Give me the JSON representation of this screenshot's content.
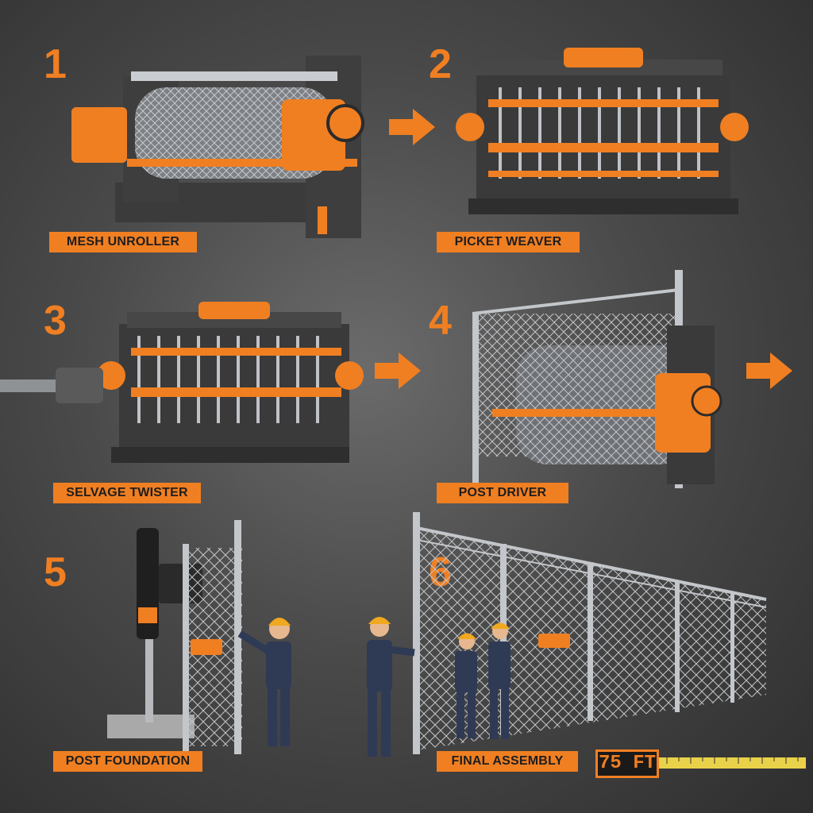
{
  "steps": [
    {
      "number": "1",
      "label": "MESH UNROLLER"
    },
    {
      "number": "2",
      "label": "PICKET WEAVER"
    },
    {
      "number": "3",
      "label": "SELVAGE TWISTER"
    },
    {
      "number": "4",
      "label": "POST DRIVER"
    },
    {
      "number": "5",
      "label": "POST FOUNDATION"
    },
    {
      "number": "6",
      "label": "FINAL ASSEMBLY"
    }
  ],
  "measure": {
    "readout": "75 FT"
  },
  "colors": {
    "accent": "#f07f22",
    "machine_dark": "#3a3a3a",
    "steel": "#b9bcc0",
    "worker": "#2f3a55"
  }
}
